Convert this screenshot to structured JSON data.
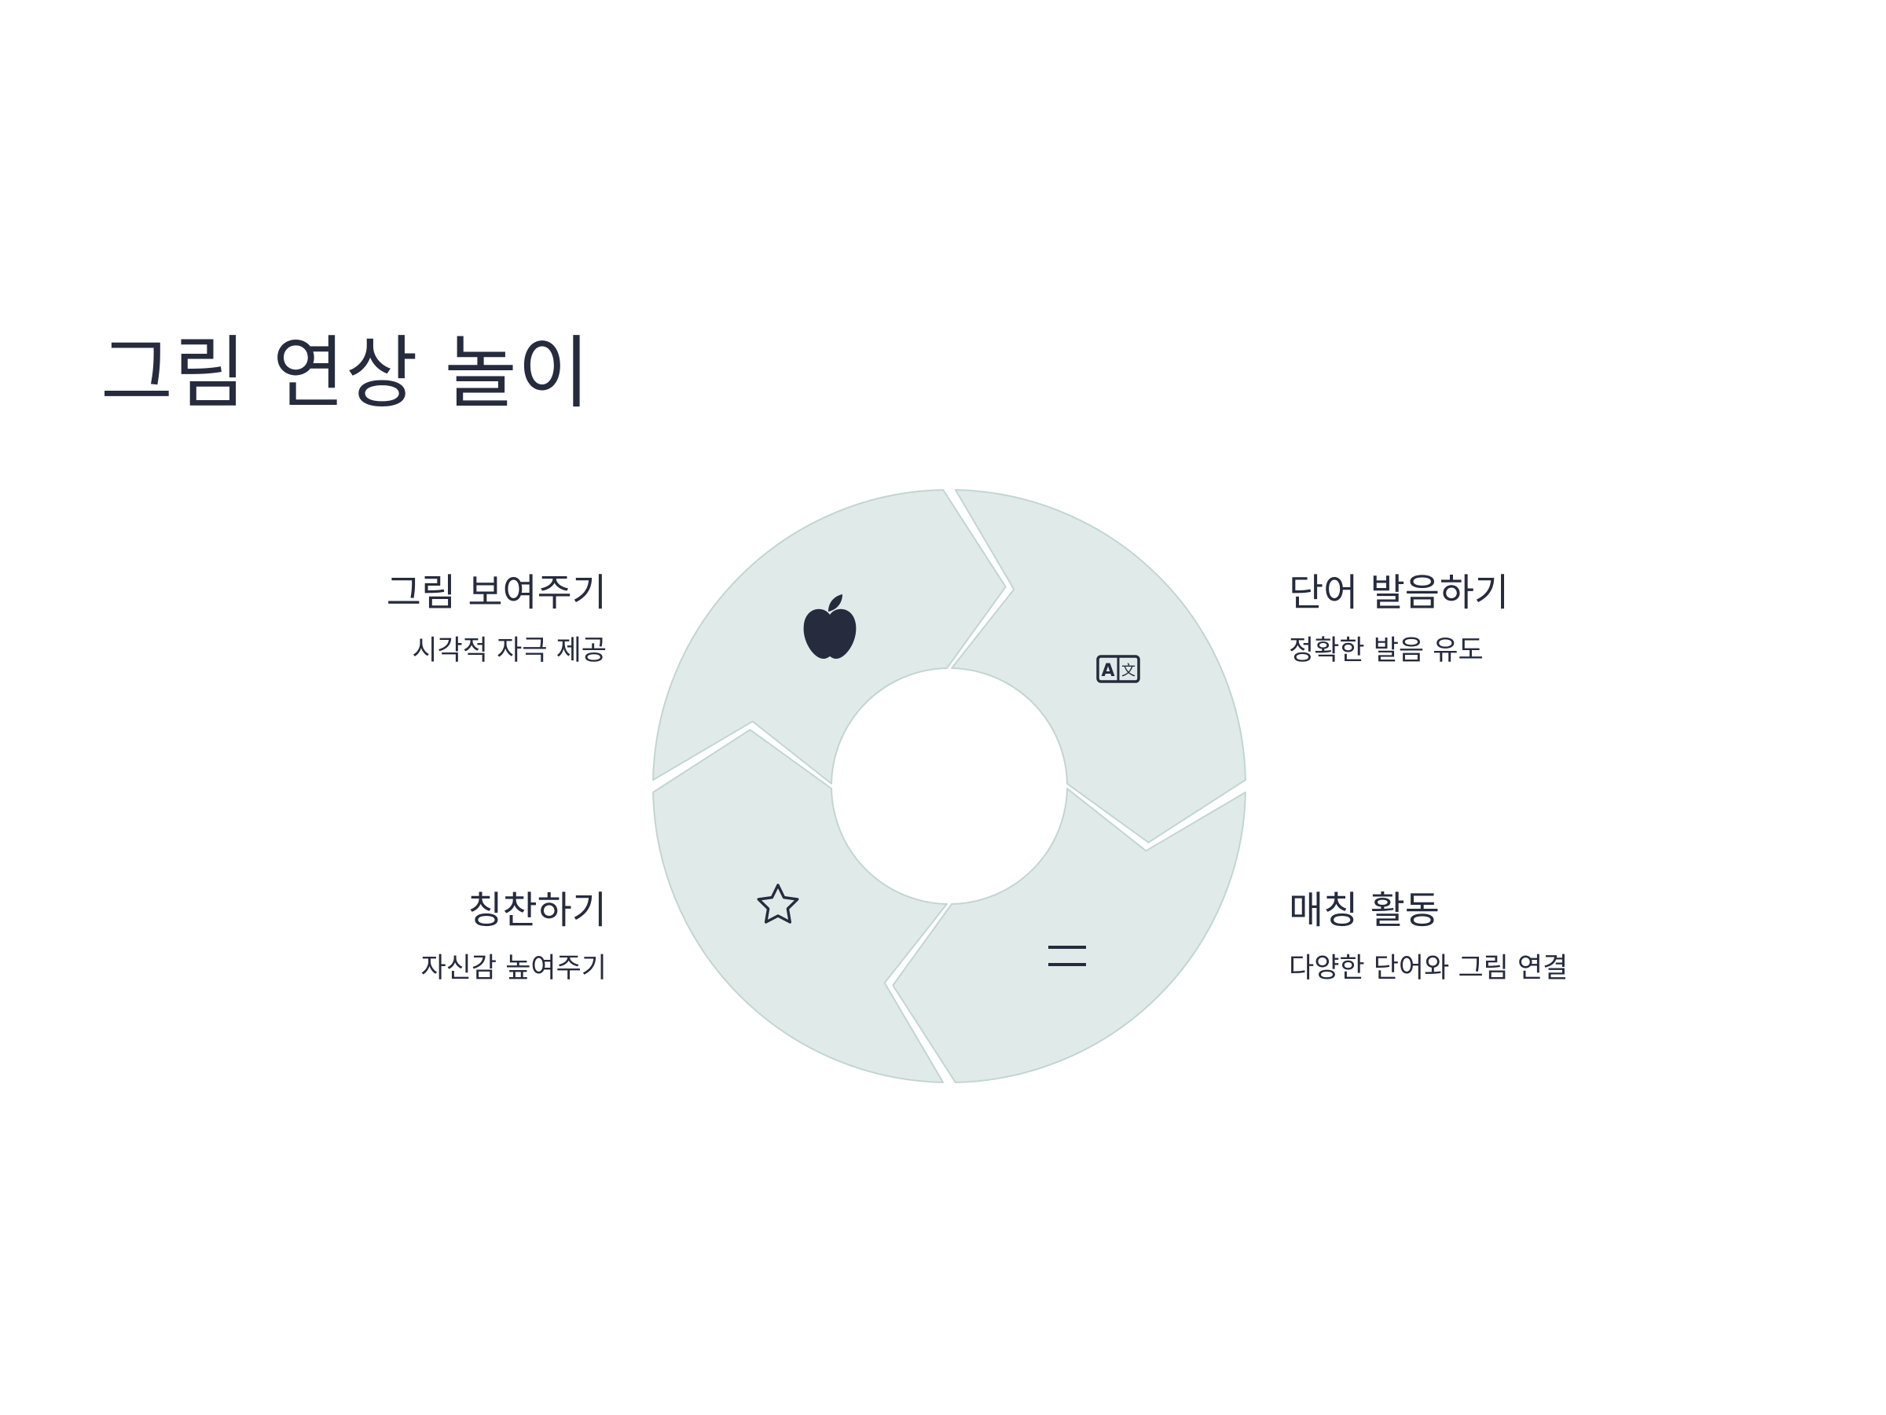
{
  "title": "그림 연상 놀이",
  "colors": {
    "segment_fill": "#e0ebe9",
    "segment_stroke": "#c3d5d1",
    "text": "#262b3e",
    "icon": "#262b3e"
  },
  "steps": [
    {
      "title": "그림 보여주기",
      "description": "시각적 자극 제공",
      "icon": "apple-icon"
    },
    {
      "title": "단어 발음하기",
      "description": "정확한 발음 유도",
      "icon": "translate-icon"
    },
    {
      "title": "매칭 활동",
      "description": "다양한 단어와 그림 연결",
      "icon": "equals-icon"
    },
    {
      "title": "칭찬하기",
      "description": "자신감 높여주기",
      "icon": "star-icon"
    }
  ]
}
